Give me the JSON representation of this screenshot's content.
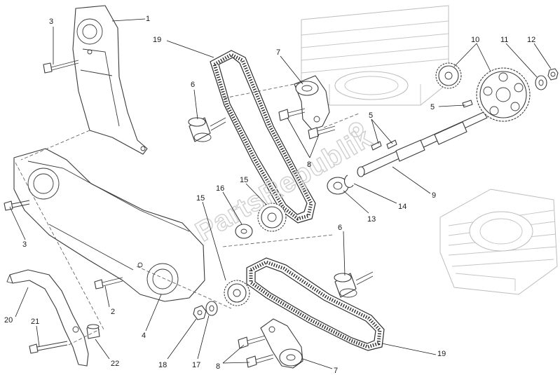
{
  "watermark": {
    "text": "PartsRepublik"
  },
  "callouts": [
    {
      "id": "c1",
      "label": "1"
    },
    {
      "id": "c2",
      "label": "2"
    },
    {
      "id": "c3a",
      "label": "3"
    },
    {
      "id": "c3b",
      "label": "3"
    },
    {
      "id": "c4",
      "label": "4"
    },
    {
      "id": "c5a",
      "label": "5"
    },
    {
      "id": "c5b",
      "label": "5"
    },
    {
      "id": "c6a",
      "label": "6"
    },
    {
      "id": "c6b",
      "label": "6"
    },
    {
      "id": "c7a",
      "label": "7"
    },
    {
      "id": "c7b",
      "label": "7"
    },
    {
      "id": "c8a",
      "label": "8"
    },
    {
      "id": "c8b",
      "label": "8"
    },
    {
      "id": "c9",
      "label": "9"
    },
    {
      "id": "c10",
      "label": "10"
    },
    {
      "id": "c11",
      "label": "11"
    },
    {
      "id": "c12",
      "label": "12"
    },
    {
      "id": "c13",
      "label": "13"
    },
    {
      "id": "c14",
      "label": "14"
    },
    {
      "id": "c15a",
      "label": "15"
    },
    {
      "id": "c15b",
      "label": "15"
    },
    {
      "id": "c16",
      "label": "16"
    },
    {
      "id": "c17",
      "label": "17"
    },
    {
      "id": "c18",
      "label": "18"
    },
    {
      "id": "c19a",
      "label": "19"
    },
    {
      "id": "c19b",
      "label": "19"
    },
    {
      "id": "c20",
      "label": "20"
    },
    {
      "id": "c21",
      "label": "21"
    },
    {
      "id": "c22",
      "label": "22"
    }
  ]
}
